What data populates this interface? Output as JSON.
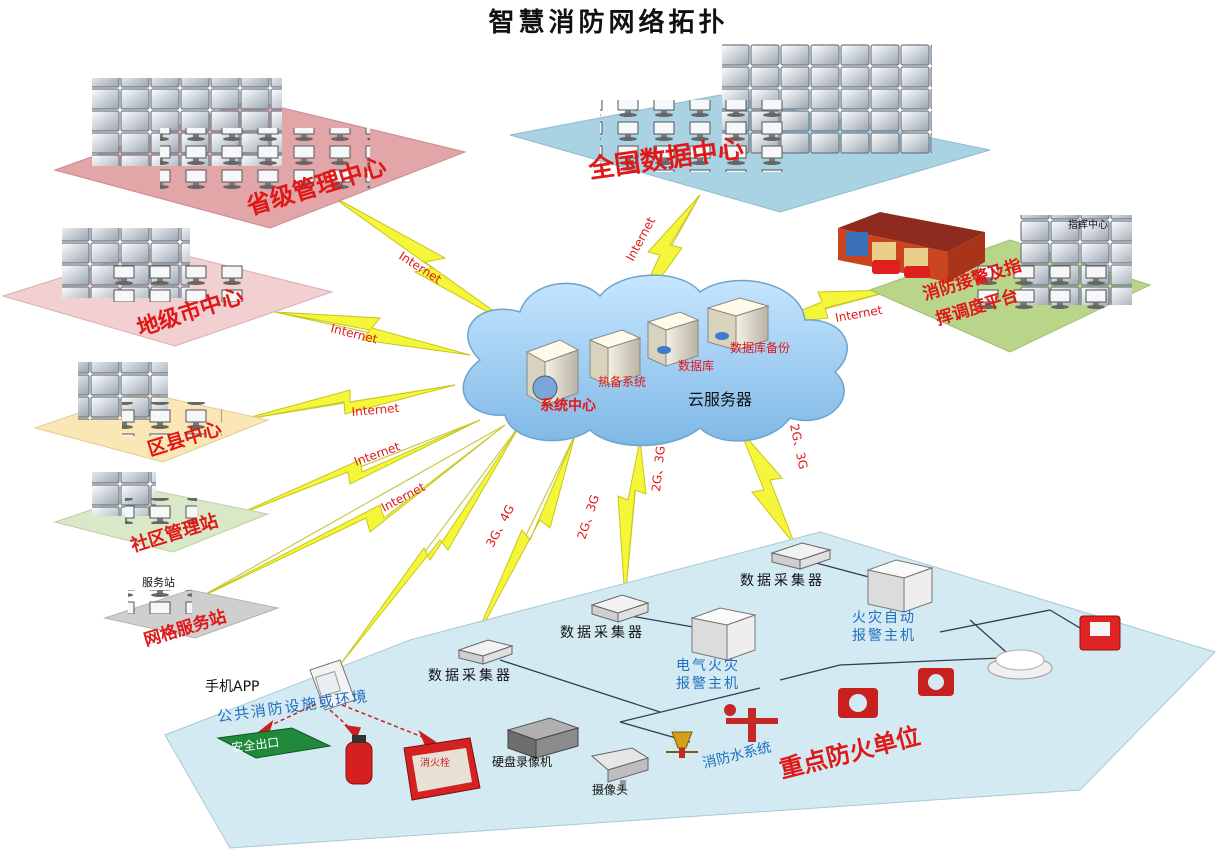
{
  "title": "智慧消防网络拓扑",
  "nodes": {
    "national": "全国数据中心",
    "provincial": "省级管理中心",
    "city": "地级市中心",
    "county": "区县中心",
    "community": "社区管理站",
    "grid": "网格服务站",
    "grid_sign": "服务站",
    "dispatch_line1": "消防接警及指",
    "dispatch_line2": "挥调度平台",
    "dispatch_sign": "指挥中心"
  },
  "cloud": {
    "label": "云服务器",
    "system_center": "系统中心",
    "hot_standby": "热备系统",
    "database": "数据库",
    "db_backup": "数据库备份"
  },
  "links": {
    "internet": "Internet",
    "g34": "3G、4G",
    "g23": "2G、3G"
  },
  "unit": {
    "title": "重点防火单位",
    "collector": "数据采集器",
    "fire_alarm_line1": "火灾自动",
    "fire_alarm_line2": "报警主机",
    "elec_alarm_line1": "电气火灾",
    "elec_alarm_line2": "报警主机",
    "water_system": "消防水系统",
    "nvr": "硬盘录像机",
    "camera": "摄像头",
    "app": "手机APP",
    "public_facilities": "公共消防设施或环境",
    "exit_sign_text": "安全出口",
    "hydrant_box_text": "消火栓"
  },
  "colors": {
    "national_panel": "#a9d3e3",
    "provincial_panel": "#e2a6a8",
    "city_panel": "#f2cfd0",
    "county_panel": "#fbe6b5",
    "community_panel": "#d9e8c6",
    "grid_panel": "#cfcfcf",
    "dispatch_panel": "#b9d58a",
    "unit_panel": "#d3eaf2",
    "cloud": "#99ccee",
    "bolt": "#f5f53a",
    "red_label": "#e01818"
  }
}
